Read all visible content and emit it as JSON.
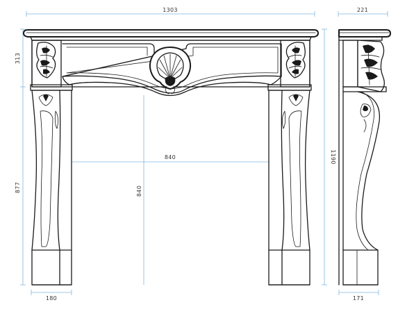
{
  "dimensions": {
    "overall_width": "1303",
    "side_depth": "221",
    "frieze_height": "313",
    "leg_height": "877",
    "opening_width": "840",
    "opening_height": "840",
    "total_height": "1190",
    "leg_width": "180",
    "side_base_depth": "171"
  },
  "colors": {
    "dimension_line": "#7fb8e0",
    "ink": "#1a1a1a",
    "background": "#ffffff"
  }
}
